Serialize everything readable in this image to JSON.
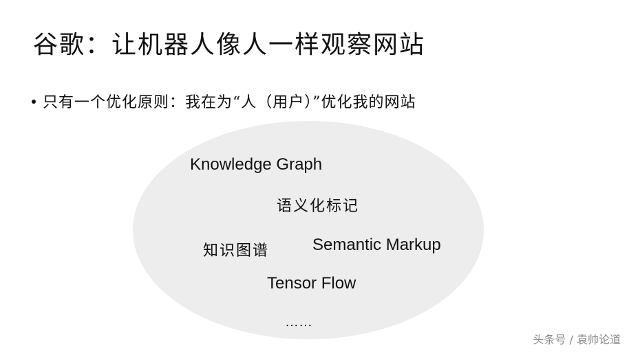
{
  "slide": {
    "title": "谷歌：让机器人像人一样观察网站",
    "bullet": "只有一个优化原则：我在为“人（用户）”优化我的网站"
  },
  "cloud": {
    "fill_color": "#ededed",
    "terms": {
      "knowledge_graph_en": "Knowledge Graph",
      "semantic_markup_cn": "语义化标记",
      "knowledge_graph_cn": "知识图谱",
      "semantic_markup_en": "Semantic Markup",
      "tensor_flow": "Tensor Flow",
      "ellipsis": "……"
    }
  },
  "watermark": {
    "text": "头条号 / 袁帅论道"
  }
}
